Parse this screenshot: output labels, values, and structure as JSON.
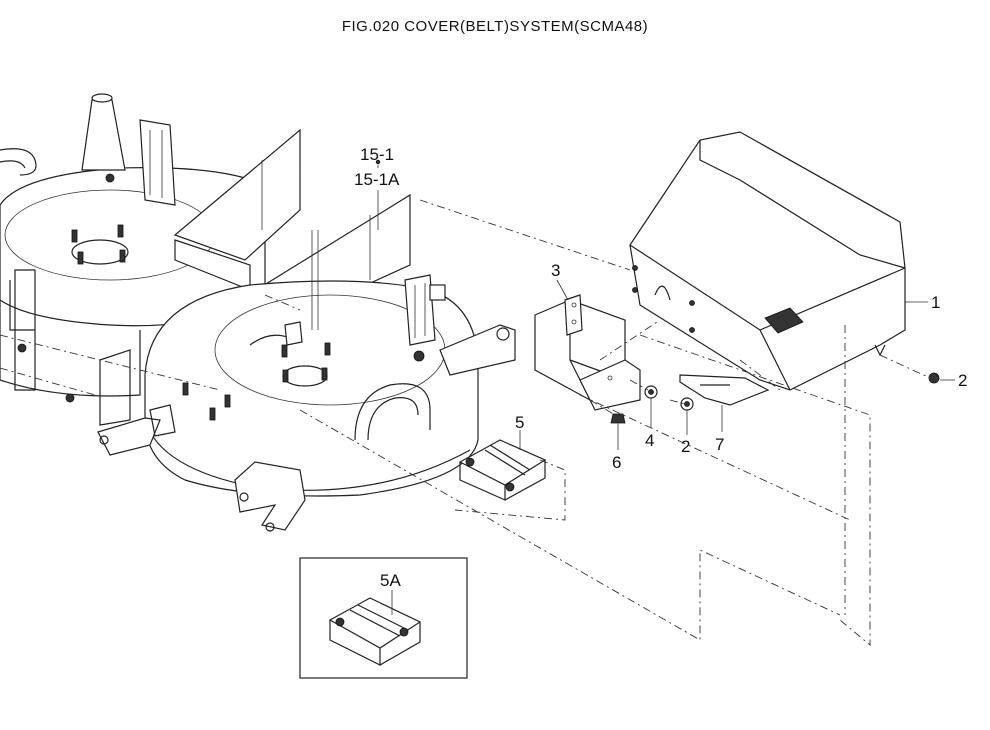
{
  "title": "FIG.020  COVER(BELT)SYSTEM(SCMA48)",
  "callouts": {
    "c1": "1",
    "c2a": "2",
    "c2b": "2",
    "c3": "3",
    "c4": "4",
    "c5": "5",
    "c5a": "5A",
    "c6": "6",
    "c7": "7",
    "c15_1": "15-1",
    "c15_1a": "15-1A"
  }
}
